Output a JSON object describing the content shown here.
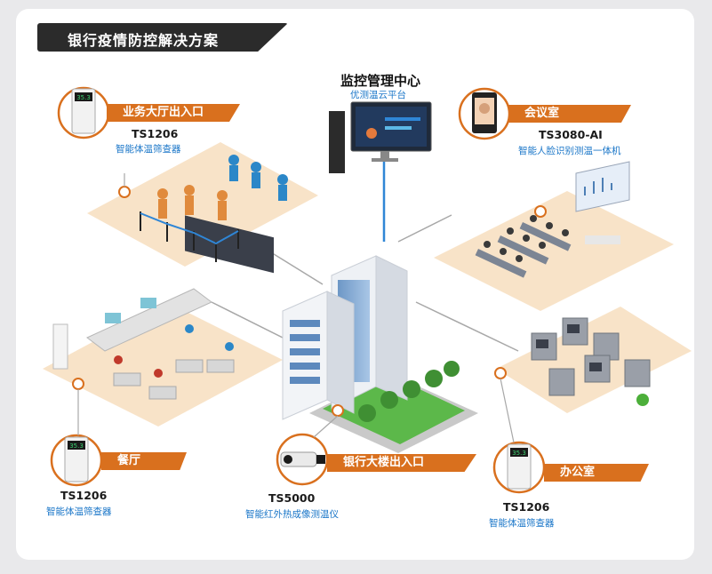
{
  "header": {
    "title": "银行疫情防控解决方案"
  },
  "center": {
    "title": "监控管理中心",
    "subtitle": "优测温云平台"
  },
  "nodes": {
    "hall": {
      "tag": "业务大厅出入口",
      "model": "TS1206",
      "desc": "智能体温筛查器"
    },
    "meeting": {
      "tag": "会议室",
      "model": "TS3080-AI",
      "desc": "智能人脸识别测温一体机"
    },
    "canteen": {
      "tag": "餐厅",
      "model": "TS1206",
      "desc": "智能体温筛查器"
    },
    "entrance": {
      "tag": "银行大楼出入口",
      "model": "TS5000",
      "desc": "智能红外热成像测温仪"
    },
    "office": {
      "tag": "办公室",
      "model": "TS1206",
      "desc": "智能体温筛查器"
    }
  },
  "device_readout": "35.3",
  "colors": {
    "accent": "#d9701e",
    "blue": "#1a76c8",
    "floor": "#f8e3c8",
    "dark": "#2b2b2b",
    "green": "#4caf3a"
  }
}
